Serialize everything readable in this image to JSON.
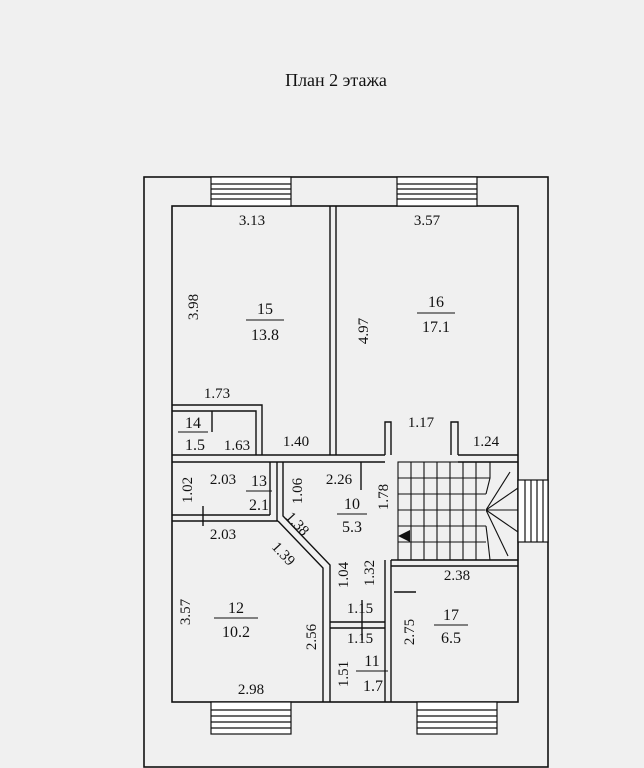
{
  "title": "План 2 этажа",
  "colors": {
    "background": "#f0f0f0",
    "ink": "#111111",
    "fill": "#ffffff"
  },
  "rooms": [
    {
      "number": "15",
      "area": "13.8"
    },
    {
      "number": "16",
      "area": "17.1"
    },
    {
      "number": "14",
      "area": "1.5"
    },
    {
      "number": "13",
      "area": "2.1"
    },
    {
      "number": "10",
      "area": "5.3"
    },
    {
      "number": "12",
      "area": "10.2"
    },
    {
      "number": "11",
      "area": "1.7"
    },
    {
      "number": "17",
      "area": "6.5"
    }
  ],
  "dimensions": [
    "3.13",
    "3.57",
    "3.98",
    "4.97",
    "1.73",
    "1.63",
    "1.40",
    "1.17",
    "1.24",
    "2.03",
    "1.02",
    "1.06",
    "2.26",
    "1.78",
    "2.03",
    "1.38",
    "1.39",
    "1.04",
    "1.32",
    "3.57",
    "2.56",
    "1.15",
    "1.15",
    "2.75",
    "2.38",
    "1.51",
    "2.98"
  ]
}
